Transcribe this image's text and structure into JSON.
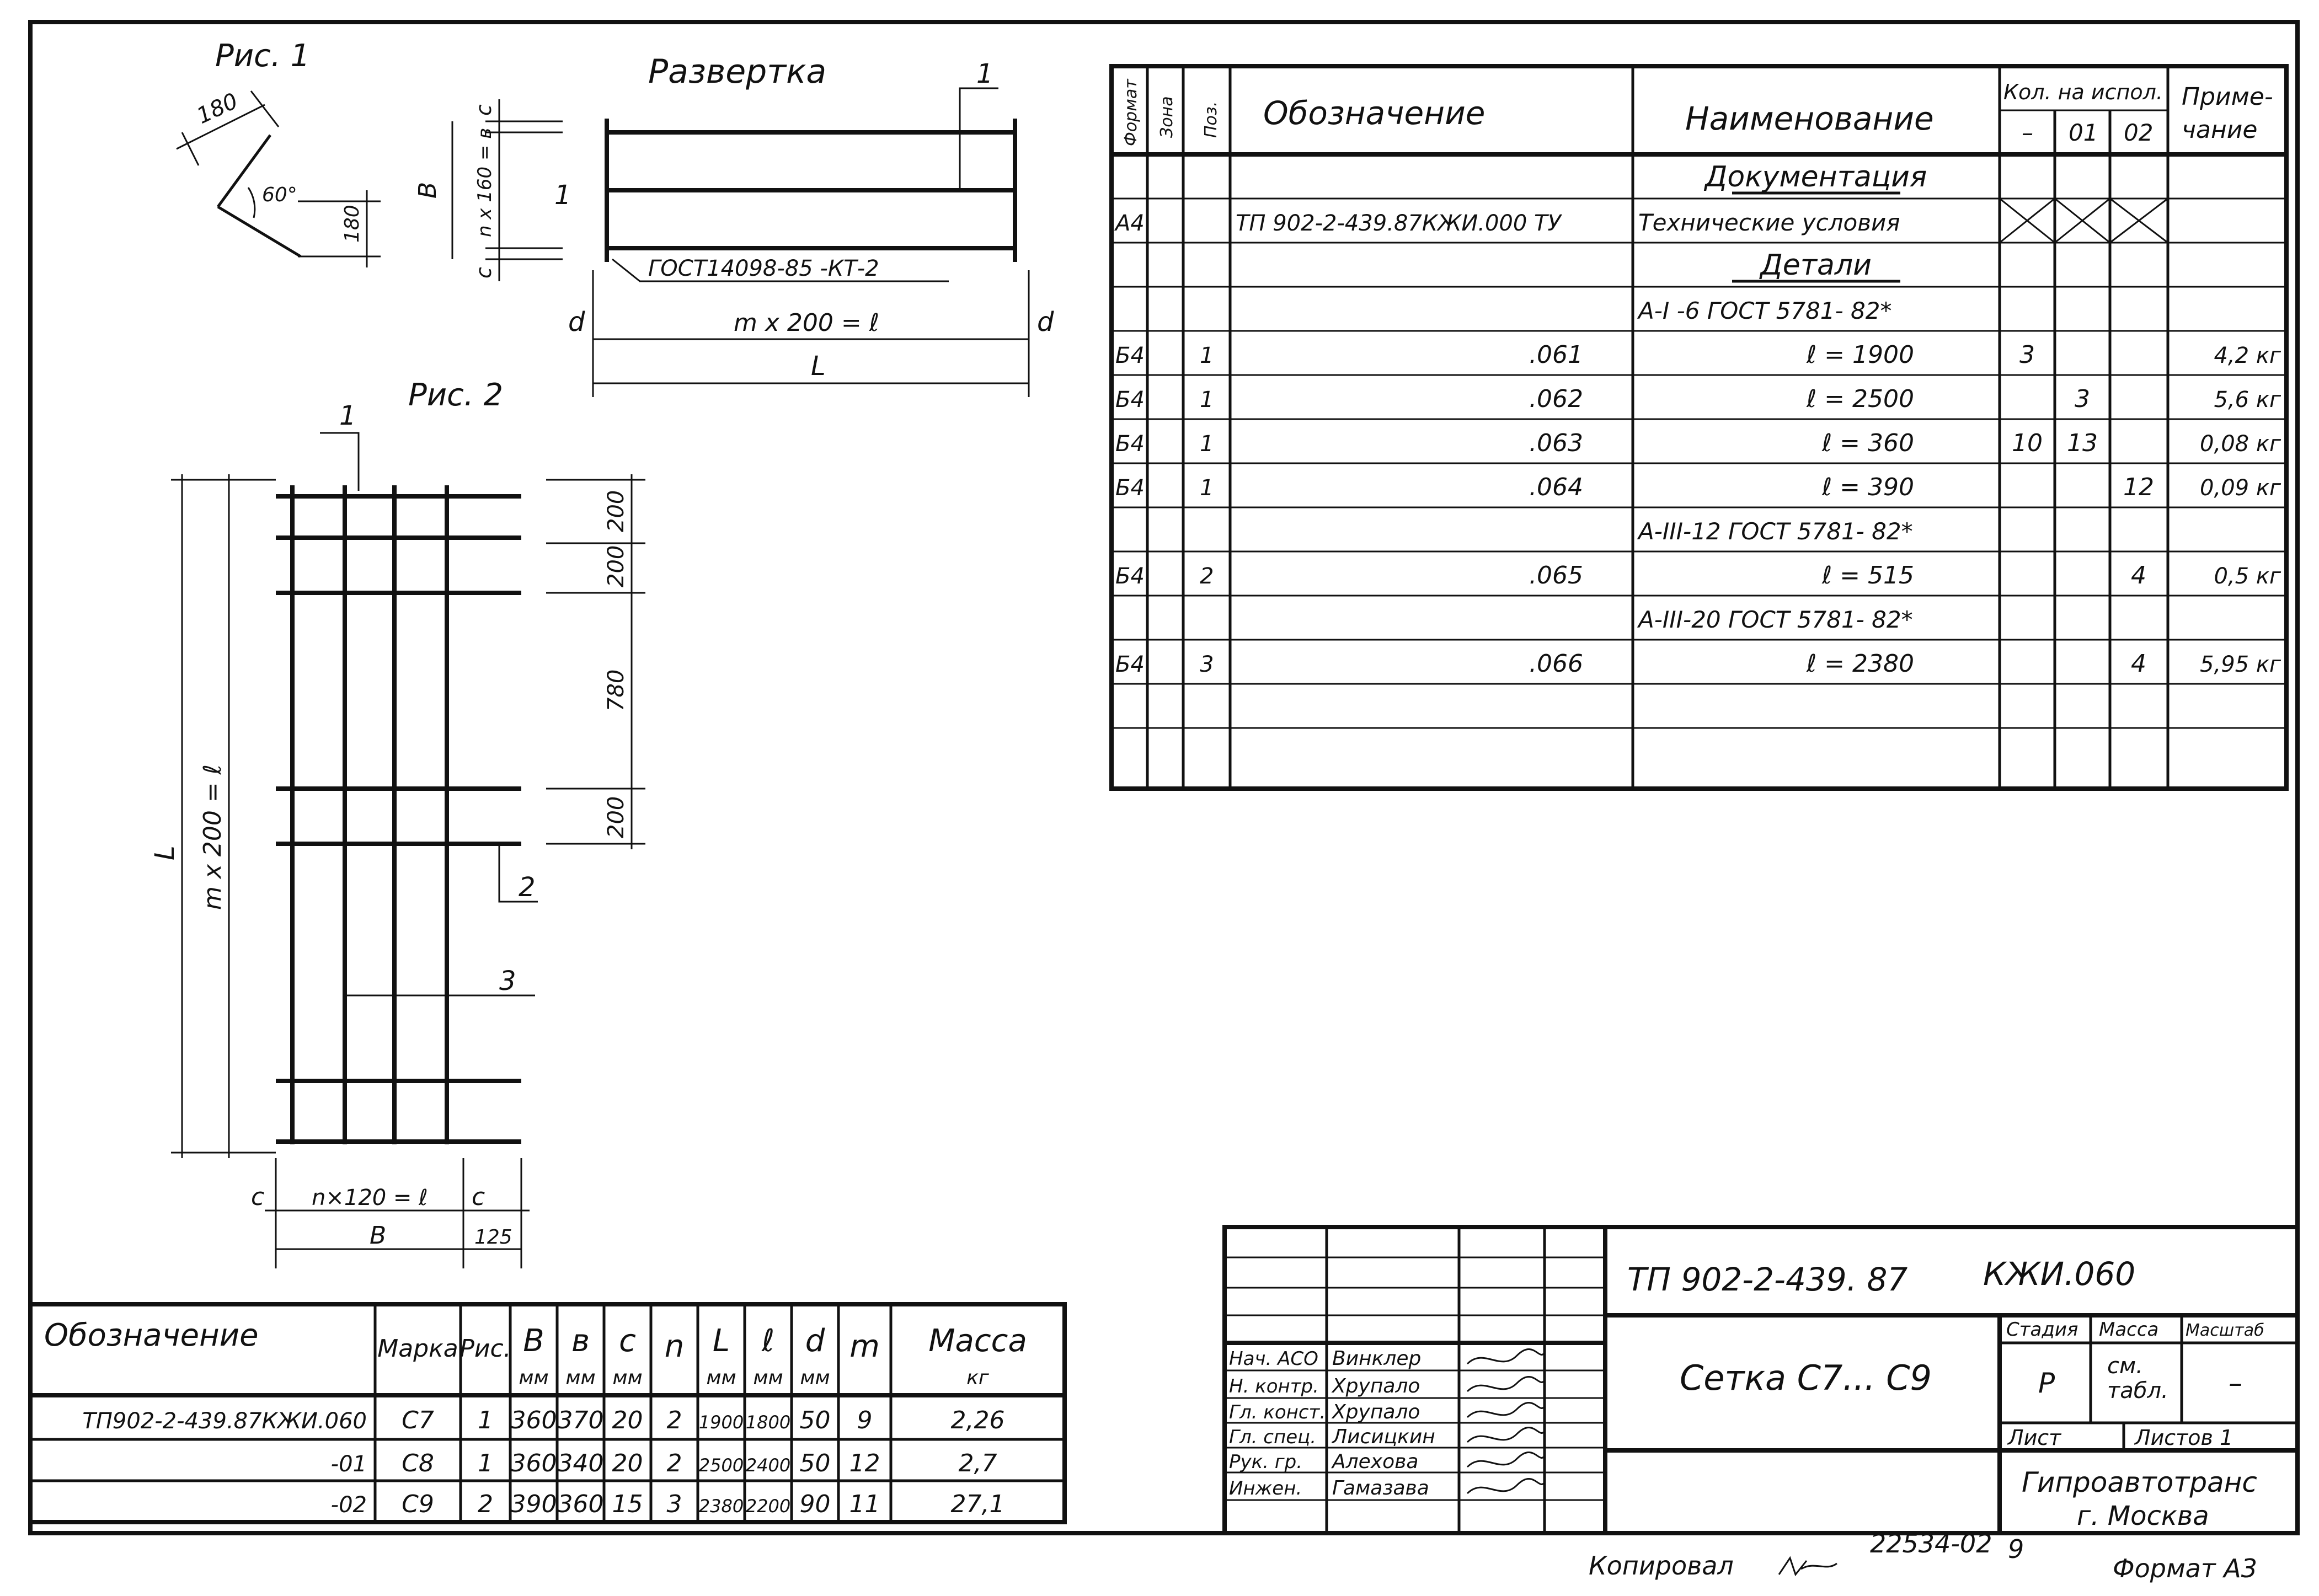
{
  "fig1": {
    "title": "Рис. 1",
    "dim_180_top": "180",
    "angle": "60°",
    "dim_180_right": "180"
  },
  "razvertka": {
    "title": "Развертка",
    "leader_1": "1",
    "left_leader_1": "1",
    "dim_c_top": "c",
    "dim_nx160": "n x 160 = в",
    "dim_B": "B",
    "dim_c_bottom": "c",
    "gost_label": "ГОСТ14098-85 -КТ-2",
    "dim_d_left": "d",
    "dim_mx200": "m x 200 = ℓ",
    "dim_d_right": "d",
    "dim_L": "L"
  },
  "fig2": {
    "title": "Рис. 2",
    "leader_1": "1",
    "dim_200_a": "200",
    "dim_200_b": "200",
    "dim_780": "780",
    "dim_200_c": "200",
    "leader_2": "2",
    "leader_3": "3",
    "dim_L": "L",
    "dim_mx200": "m x 200 = ℓ",
    "dim_c_left": "c",
    "dim_nx120": "n×120 = ℓ",
    "dim_c_right": "c",
    "dim_B": "B",
    "dim_125": "125"
  },
  "spec_table": {
    "header": {
      "format": "Формат",
      "zone": "Зона",
      "pos": "Поз.",
      "designation": "Обозначение",
      "name": "Наименование",
      "qty": "Кол. на испол.",
      "qty_cols": [
        "–",
        "01",
        "02"
      ],
      "note": "Приме-\nчание"
    },
    "rows": [
      {
        "format": "",
        "pos": "",
        "designation": "",
        "name": "Документация",
        "q0": "",
        "q1": "",
        "q2": "",
        "note": "",
        "kind": "section"
      },
      {
        "format": "А4",
        "pos": "",
        "designation": "ТП 902-2-439.87КЖИ.000 ТУ",
        "name": "Технические условия",
        "q0": "",
        "q1": "",
        "q2": "",
        "note": "",
        "kind": "crossed"
      },
      {
        "format": "",
        "pos": "",
        "designation": "",
        "name": "Детали",
        "q0": "",
        "q1": "",
        "q2": "",
        "note": "",
        "kind": "section"
      },
      {
        "format": "",
        "pos": "",
        "designation": "",
        "name": "А-I -6 ГОСТ 5781- 82*",
        "q0": "",
        "q1": "",
        "q2": "",
        "note": "",
        "kind": "material"
      },
      {
        "format": "Б4",
        "pos": "1",
        "designation": ".061",
        "name": "ℓ = 1900",
        "q0": "3",
        "q1": "",
        "q2": "",
        "note": "4,2 кг",
        "kind": "item"
      },
      {
        "format": "Б4",
        "pos": "1",
        "designation": ".062",
        "name": "ℓ = 2500",
        "q0": "",
        "q1": "3",
        "q2": "",
        "note": "5,6 кг",
        "kind": "item"
      },
      {
        "format": "Б4",
        "pos": "1",
        "designation": ".063",
        "name": "ℓ = 360",
        "q0": "10",
        "q1": "13",
        "q2": "",
        "note": "0,08 кг",
        "kind": "item"
      },
      {
        "format": "Б4",
        "pos": "1",
        "designation": ".064",
        "name": "ℓ = 390",
        "q0": "",
        "q1": "",
        "q2": "12",
        "note": "0,09 кг",
        "kind": "item"
      },
      {
        "format": "",
        "pos": "",
        "designation": "",
        "name": "А-III-12 ГОСТ 5781- 82*",
        "q0": "",
        "q1": "",
        "q2": "",
        "note": "",
        "kind": "material"
      },
      {
        "format": "Б4",
        "pos": "2",
        "designation": ".065",
        "name": "ℓ = 515",
        "q0": "",
        "q1": "",
        "q2": "4",
        "note": "0,5 кг",
        "kind": "item"
      },
      {
        "format": "",
        "pos": "",
        "designation": "",
        "name": "А-III-20 ГОСТ 5781- 82*",
        "q0": "",
        "q1": "",
        "q2": "",
        "note": "",
        "kind": "material"
      },
      {
        "format": "Б4",
        "pos": "3",
        "designation": ".066",
        "name": "ℓ = 2380",
        "q0": "",
        "q1": "",
        "q2": "4",
        "note": "5,95 кг",
        "kind": "item"
      },
      {
        "format": "",
        "pos": "",
        "designation": "",
        "name": "",
        "q0": "",
        "q1": "",
        "q2": "",
        "note": "",
        "kind": "empty"
      },
      {
        "format": "",
        "pos": "",
        "designation": "",
        "name": "",
        "q0": "",
        "q1": "",
        "q2": "",
        "note": "",
        "kind": "empty"
      }
    ]
  },
  "marks_table": {
    "header": {
      "designation": "Обозначение",
      "marka": "Марка",
      "ris": "Рис.",
      "B": "B",
      "B_unit": "мм",
      "b": "в",
      "b_unit": "мм",
      "c": "c",
      "c_unit": "мм",
      "n": "n",
      "L": "L",
      "L_unit": "мм",
      "l": "ℓ",
      "l_unit": "мм",
      "d": "d",
      "d_unit": "мм",
      "m": "m",
      "massa": "Масса",
      "massa_unit": "кг"
    },
    "rows": [
      {
        "designation": "ТП902-2-439.87КЖИ.060",
        "marka": "С7",
        "ris": "1",
        "B": "360",
        "b": "370",
        "c": "20",
        "n": "2",
        "L": "1900",
        "l": "1800",
        "d": "50",
        "m": "9",
        "massa": "2,26"
      },
      {
        "designation": "-01",
        "marka": "С8",
        "ris": "1",
        "B": "360",
        "b": "340",
        "c": "20",
        "n": "2",
        "L": "2500",
        "l": "2400",
        "d": "50",
        "m": "12",
        "massa": "2,7"
      },
      {
        "designation": "-02",
        "marka": "С9",
        "ris": "2",
        "B": "390",
        "b": "360",
        "c": "15",
        "n": "3",
        "L": "2380",
        "l": "2200",
        "d": "90",
        "m": "11",
        "massa": "27,1"
      }
    ]
  },
  "title_block": {
    "project": "ТП 902-2-439. 87",
    "doc_code": "КЖИ.060",
    "title": "Сетка С7... С9",
    "stage_label": "Стадия",
    "mass_label": "Масса",
    "scale_label": "Масштаб",
    "stage_value": "Р",
    "mass_value": "см.\nтабл.",
    "scale_value": "–",
    "sheet_label": "Лист",
    "sheets_label": "Листов 1",
    "org": "Гипроавтотранс",
    "city": "г. Москва",
    "signatures": [
      {
        "role": "Нач. АСО",
        "name": "Винклер"
      },
      {
        "role": "Н. контр.",
        "name": "Хрупало"
      },
      {
        "role": "Гл. конст.",
        "name": "Хрупало"
      },
      {
        "role": "Гл. спец.",
        "name": "Лисицкин"
      },
      {
        "role": "Рук. гр.",
        "name": "Алехова"
      },
      {
        "role": "Инжен.",
        "name": "Гамазава"
      }
    ]
  },
  "footer": {
    "copied": "Копировал",
    "number": "22534-02",
    "sheet_no": "9",
    "format": "Формат А3"
  }
}
